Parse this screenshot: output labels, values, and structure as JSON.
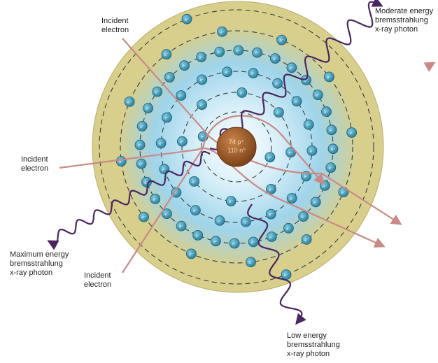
{
  "nucleus": {
    "line1": "74 p⁺",
    "line2": "110 n⁰"
  },
  "electron_symbol": "e⁻",
  "labels": {
    "incident_top": [
      "Incident",
      "electron"
    ],
    "incident_left": [
      "Incident",
      "electron"
    ],
    "incident_bottom": [
      "Incident",
      "electron"
    ],
    "moderate": [
      "Moderate energy",
      "bremsstrahlung",
      "x-ray photon"
    ],
    "maximum": [
      "Maximum energy",
      "bremsstrahlung",
      "x-ray photon"
    ],
    "low": [
      "Low energy",
      "bremsstrahlung",
      "x-ray photon"
    ]
  },
  "shell_electron_counts": [
    2,
    8,
    18,
    32,
    12,
    2
  ],
  "colors": {
    "outer_disc": "#d8cf8c",
    "inner_glow": "#b9e0f0",
    "electron": "#3b9ab8",
    "electron_path": "#c98a86",
    "photon_wave": "#4a2560",
    "nucleus": "#a8652e"
  }
}
